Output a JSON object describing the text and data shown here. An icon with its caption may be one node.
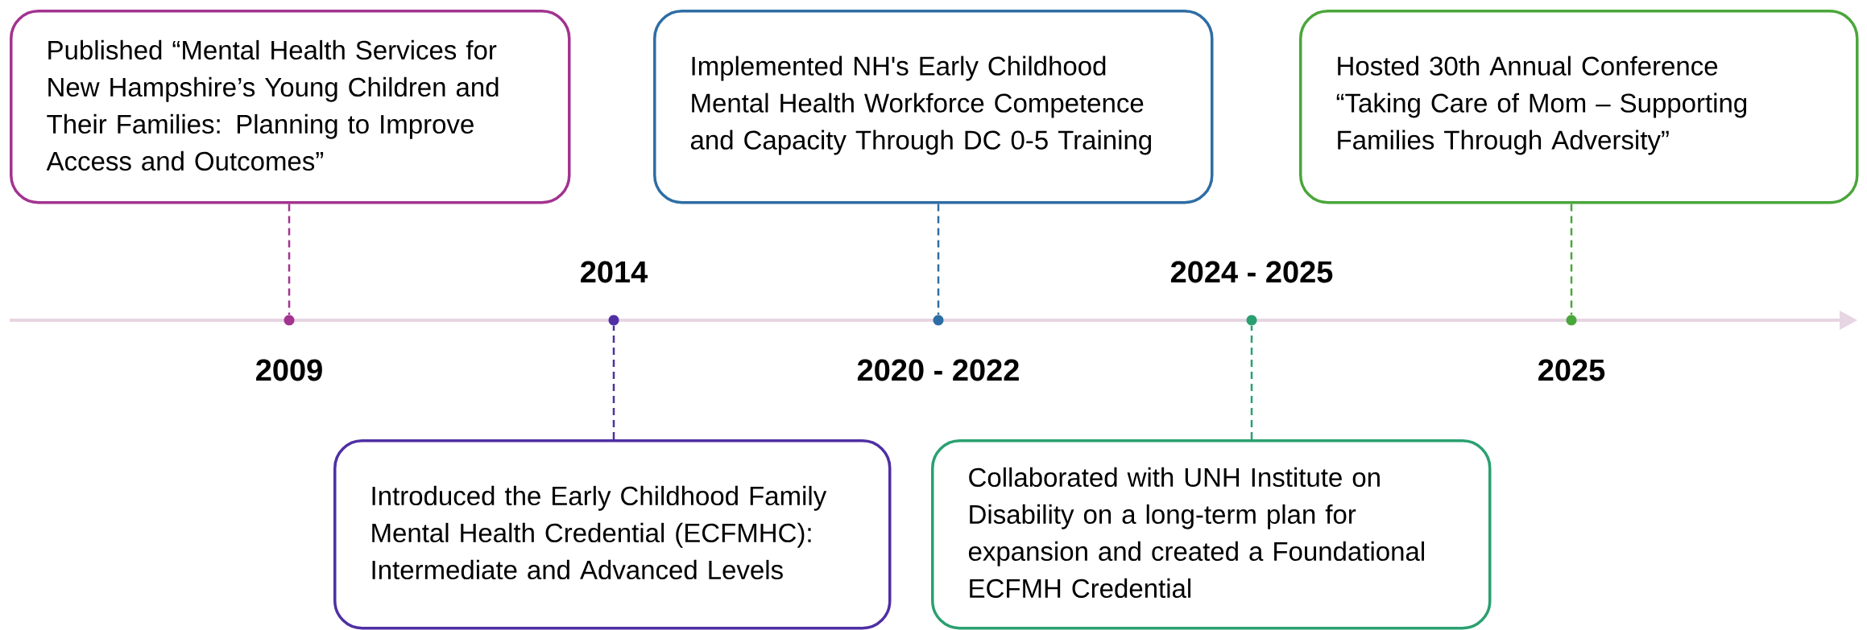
{
  "diagram": {
    "nodes": [
      {
        "text": [
          "Published “Mental Health Services for New Hampshire’s Young Children and Their Families: Planning to Improve Access and Outcomes”"
        ]
      },
      {
        "text": [
          "Introduced the Early Childhood Family Mental Health Credential (ECFMHC): Intermediate and Advanced Levels"
        ]
      },
      {
        "text": [
          "Implemented NH's Early Childhood Mental Health Workforce Competence and Capacity Through DC 0-5 Training"
        ]
      },
      {
        "text": [
          "Collaborated with UNH Institute on Disability on a long-term plan for expansion and created a Foundational ECFMH Credential"
        ]
      },
      {
        "text": [
          "Hosted 30th Annual Conference “Taking Care of Mom – Supporting Families Through Adversity”"
        ]
      },
      {
        "text": [],
        "shape": "circle",
        "beside": [
          "2009"
        ]
      },
      {
        "text": [],
        "shape": "circle",
        "beside": [
          "2014"
        ]
      },
      {
        "text": [],
        "shape": "circle",
        "beside": [
          "2020 - 2022"
        ]
      },
      {
        "text": [],
        "shape": "circle",
        "beside": [
          "2024 - 2025"
        ]
      },
      {
        "text": [],
        "shape": "circle",
        "beside": [
          "2025"
        ]
      }
    ],
    "edges": [
      {
        "from": 0,
        "to": 5,
        "arrow": "none",
        "style": "dashed",
        "color": "#a2338f"
      },
      {
        "from": 1,
        "to": 6,
        "arrow": "none",
        "style": "dashed",
        "color": "#4f2fa3"
      },
      {
        "from": 2,
        "to": 7,
        "arrow": "none",
        "style": "dashed",
        "color": "#2e6da4"
      },
      {
        "from": 3,
        "to": 8,
        "arrow": "none",
        "style": "dashed",
        "color": "#2aa070"
      },
      {
        "from": 4,
        "to": 9,
        "arrow": "none",
        "style": "dashed",
        "color": "#4aa63a"
      }
    ]
  }
}
